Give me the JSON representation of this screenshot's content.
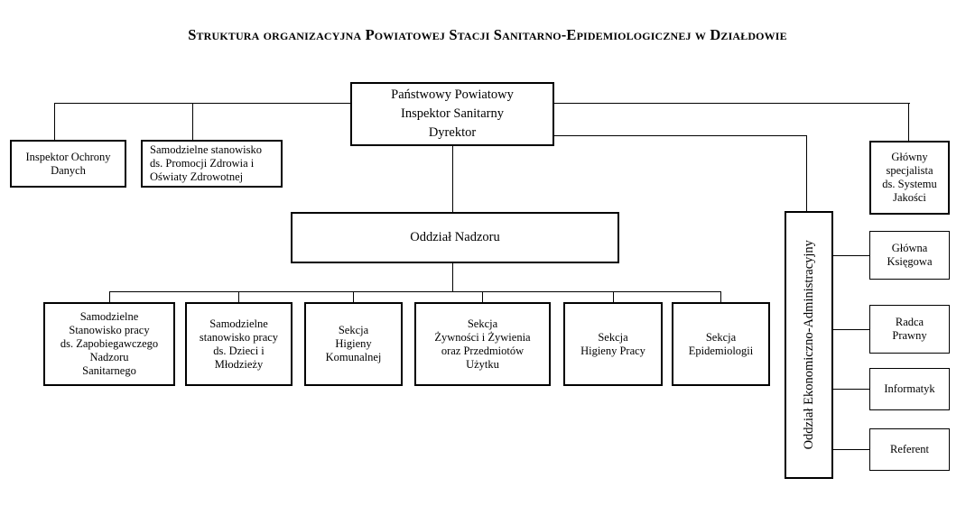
{
  "document": {
    "title": "Struktura organizacyjna Powiatowej  Stacji Sanitarno-Epidemiologicznej w Działdowie",
    "type": "organizational-chart",
    "background_color": "#ffffff",
    "line_color": "#000000",
    "text_color": "#000000"
  },
  "nodes": {
    "director": {
      "label": "Państwowy Powiatowy\nInspektor Sanitarny\nDyrektor"
    },
    "data_protection_inspector": {
      "label": "Inspektor Ochrony\nDanych"
    },
    "health_promotion": {
      "label": "Samodzielne stanowisko\nds. Promocji Zdrowia i\nOświaty Zdrowotnej"
    },
    "quality_specialist": {
      "label": "Główny\nspecjalista\nds. Systemu\nJakości"
    },
    "supervision_department": {
      "label": "Oddział Nadzoru"
    },
    "economic_admin_department": {
      "label": "Oddział Ekonomiczno-Administracyjny"
    },
    "supervision_children": [
      {
        "label": "Samodzielne\nStanowisko pracy\nds. Zapobiegawczego\nNadzoru\nSanitarnego"
      },
      {
        "label": "Samodzielne\nstanowisko pracy\nds. Dzieci i\nMłodzieży"
      },
      {
        "label": "Sekcja\nHigieny\nKomunalnej"
      },
      {
        "label": "Sekcja\nŻywności i Żywienia\noraz Przedmiotów\nUżytku"
      },
      {
        "label": "Sekcja\nHigieny Pracy"
      },
      {
        "label": "Sekcja\nEpidemiologii"
      }
    ],
    "admin_children": [
      {
        "label": "Główna\nKsięgowa"
      },
      {
        "label": "Radca\nPrawny"
      },
      {
        "label": "Informatyk"
      },
      {
        "label": "Referent"
      }
    ]
  }
}
